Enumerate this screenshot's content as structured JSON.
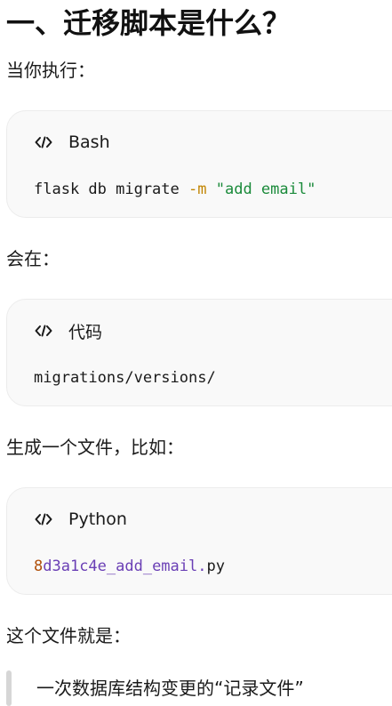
{
  "heading": "一、迁移脚本是什么？",
  "para_run": "当你执行：",
  "block_bash": {
    "lang": "Bash",
    "icon": "code-icon",
    "tokens": {
      "cmd": "flask db migrate ",
      "flag": "-m",
      "space": " ",
      "str": "\"add email\""
    }
  },
  "para_at": "会在：",
  "block_dir": {
    "lang": "代码",
    "icon": "code-icon",
    "line": "migrations/versions/"
  },
  "para_generate": "生成一个文件，比如：",
  "block_python": {
    "lang": "Python",
    "icon": "code-icon",
    "tokens": {
      "num": "8",
      "ident": "d3a1c4e_add_email",
      "dot": ".",
      "ext": "py"
    }
  },
  "para_this": "这个文件就是：",
  "quote": "一次数据库结构变更的“记录文件”",
  "colors": {
    "flag": "#c18401",
    "string": "#1a8a3a",
    "number": "#b0500a",
    "identifier": "#6a3fb5",
    "block_bg": "#f9f9f9"
  }
}
